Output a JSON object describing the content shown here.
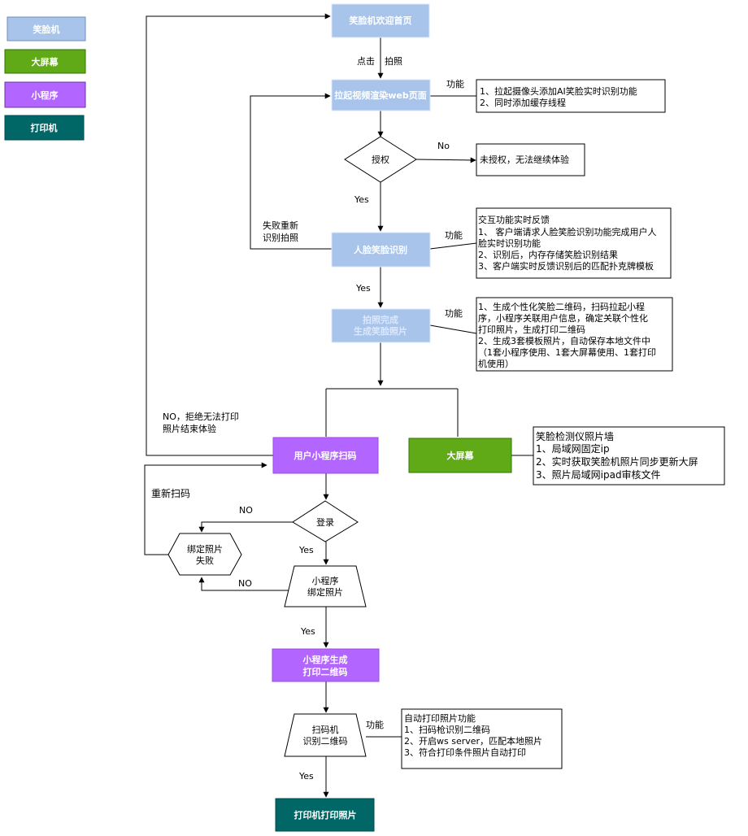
{
  "legend": {
    "items": [
      {
        "label": "笑脸机",
        "color": "#a9c4eb"
      },
      {
        "label": "大屏幕",
        "color": "#60a917"
      },
      {
        "label": "小程序",
        "color": "#b266ff"
      },
      {
        "label": "打印机",
        "color": "#006666"
      }
    ]
  },
  "colors": {
    "smile_machine": "#a9c4eb",
    "big_screen": "#60a917",
    "mini_program": "#b266ff",
    "printer": "#006666",
    "light_text": "#dae8fc"
  },
  "nodes": {
    "welcome": "笑脸机欢迎首页",
    "web_page": "拉起视频渲染web页面",
    "authorize": "授权",
    "face_recognition": "人脸笑脸识别",
    "photo_done": [
      "拍照完成",
      "生成笑脸照片"
    ],
    "user_scan": "用户小程序扫码",
    "big_screen": "大屏幕",
    "login": "登录",
    "bind_fail": [
      "绑定照片",
      "失败"
    ],
    "bind_photo": [
      "小程序",
      "绑定照片"
    ],
    "gen_qr": [
      "小程序生成",
      "打印二维码"
    ],
    "scan_qr": [
      "扫码机",
      "识别二维码"
    ],
    "print_photo": "打印机打印照片"
  },
  "edge_labels": {
    "click": "点击",
    "shoot": "拍照",
    "auth_no": "No",
    "auth_yes": "Yes",
    "fail_retry": [
      "失败重新",
      "识别拍照"
    ],
    "face_yes": "Yes",
    "refuse_print": [
      "NO，拒绝无法打印",
      "照片结束体验"
    ],
    "rescan": "重新扫码",
    "login_no": "NO",
    "login_yes": "Yes",
    "bind_no": "NO",
    "bind_yes": "Yes",
    "scan_yes": "Yes",
    "func1": "功能",
    "func2": "功能",
    "func3": "功能",
    "func4": "功能"
  },
  "notes": {
    "web_page": [
      "1、拉起摄像头添加AI笑脸实时识别功能",
      "2、同时添加缓存线程"
    ],
    "unauthorized": [
      "未授权，无法继续体验"
    ],
    "face": [
      "交互功能实时反馈",
      "1、 客户端请求人脸笑脸识别功能完成用户人",
      "脸实时识别功能",
      "2、识别后，内存存储笑脸识别结果",
      "3、客户端实时反馈识别后的匹配扑克牌模板"
    ],
    "photo": [
      "1、生成个性化笑脸二维码，扫码拉起小程",
      "序，小程序关联用户信息，确定关联个性化",
      "打印照片，生成打印二维码",
      "2、生成3套模板照片，自动保存本地文件中",
      "（1套小程序使用、1套大屏幕使用、1套打印",
      "机使用）"
    ],
    "big_screen": [
      "笑脸检测仪照片墙",
      "1、局域网固定ip",
      "2、实时获取笑脸机照片同步更新大屏",
      "3、照片局域网ipad审核文件"
    ],
    "printer": [
      "自动打印照片功能",
      "1、扫码枪识别二维码",
      "2、开启ws server，匹配本地照片",
      "3、符合打印条件照片自动打印"
    ]
  }
}
